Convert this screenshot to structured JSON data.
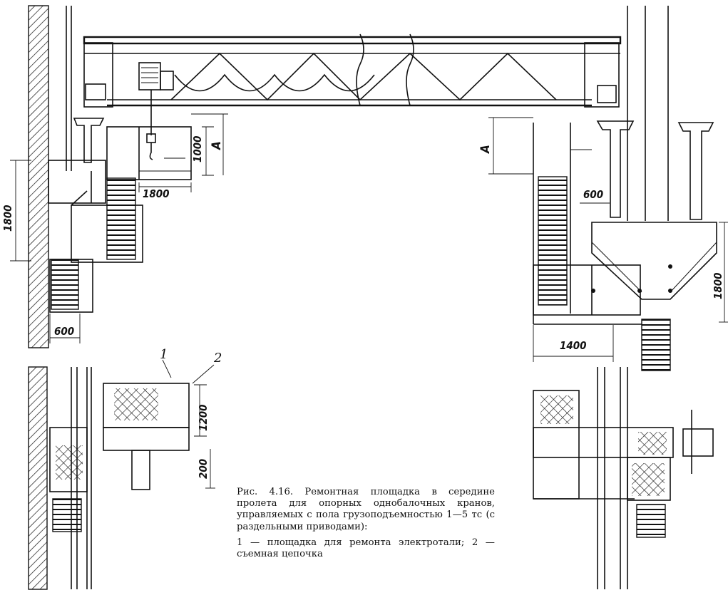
{
  "dimensions": {
    "hoist_height": "1000",
    "a_left": "A",
    "a_right": "A",
    "platform_width_left": "1800",
    "left_wall_height": "1800",
    "left_bottom_width": "600",
    "right_gap": "600",
    "right_height": "1800",
    "right_bottom_width": "1400",
    "plan_left_height": "1200",
    "plan_left_gap": "200"
  },
  "labels": {
    "item_1": "1",
    "item_2": "2"
  },
  "caption": {
    "title": "Рис. 4.16. Ремонтная площадка в середине пролета для опорных однобалочных кранов, управляемых с пола грузоподъемностью 1—5 тс (с раздельными приводами):",
    "legend": "1 — площадка для ремонта электротали; 2 — съемная цепочка"
  }
}
